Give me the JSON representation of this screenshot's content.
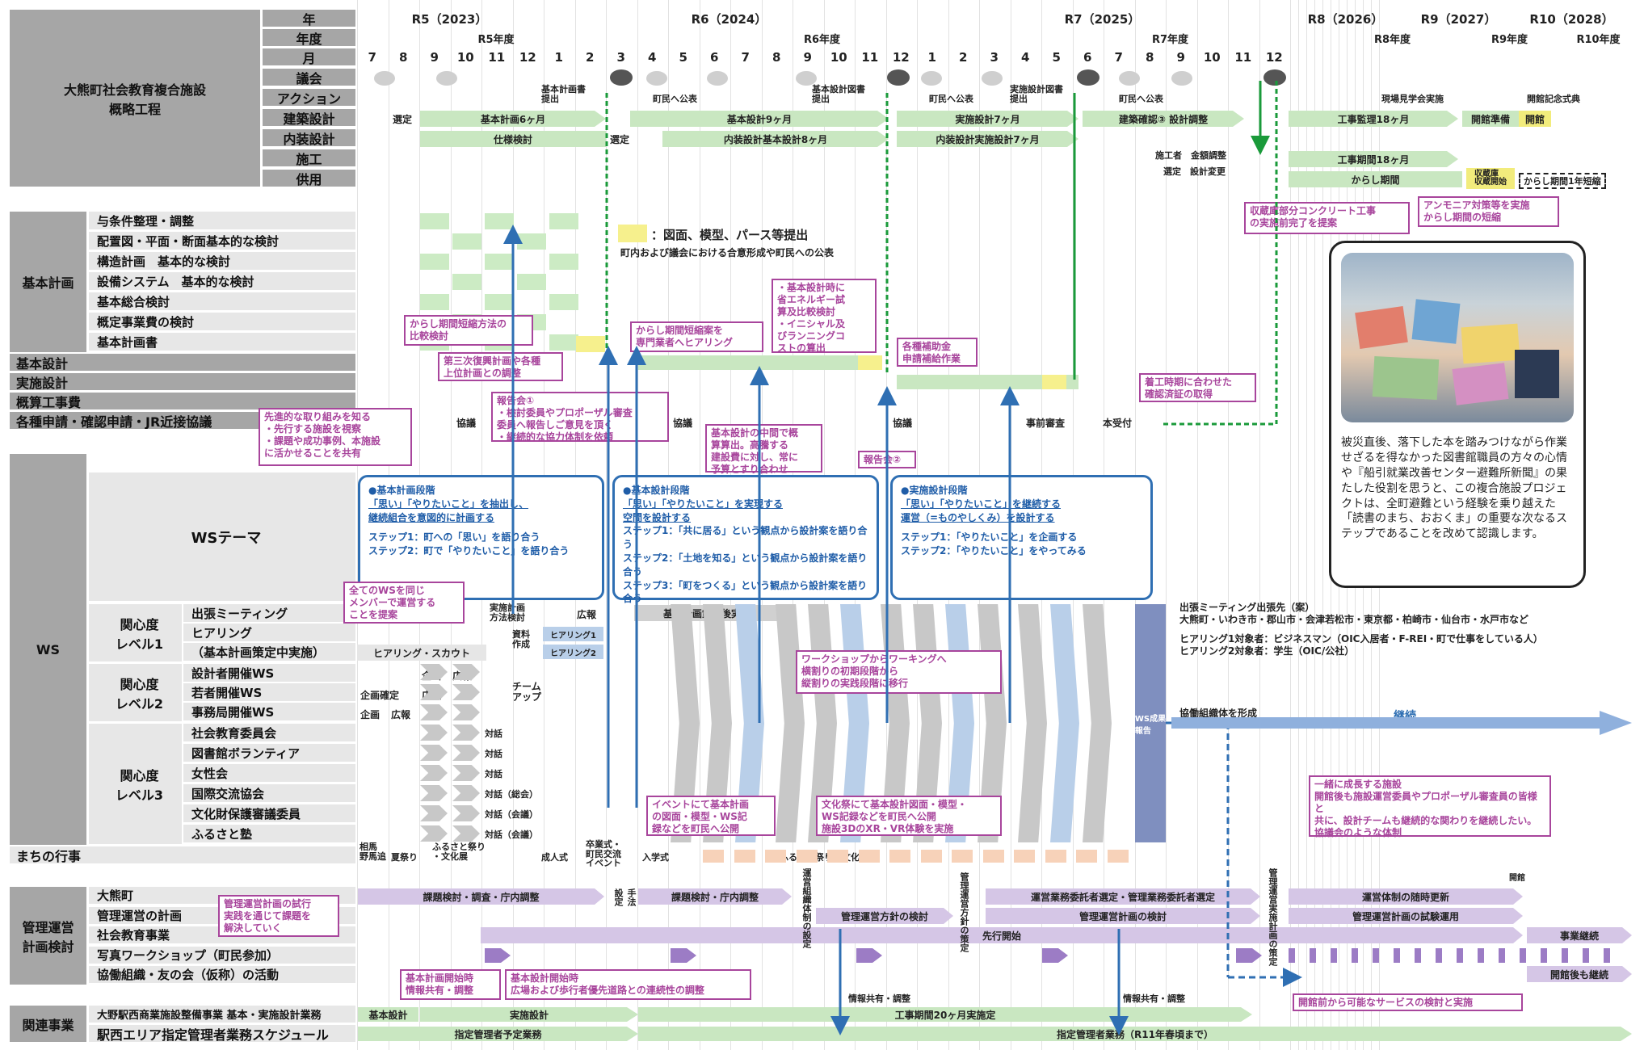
{
  "title": {
    "line1": "大熊町社会教育複合施設",
    "line2": "概略工程"
  },
  "header_labels": {
    "year": "年",
    "fiscal": "年度",
    "month": "月",
    "council": "議会",
    "action": "アクション",
    "arch": "建築設計",
    "interior": "内装設計",
    "construction": "施工",
    "service": "供用"
  },
  "years": [
    "R5（2023）",
    "R6（2024）",
    "R7（2025）",
    "R8（2026）",
    "R9（2027）",
    "R10（2028）"
  ],
  "fiscal_years": [
    "R5年度",
    "R6年度",
    "R7年度",
    "R8年度",
    "R9年度",
    "R10年度"
  ],
  "months": [
    "7",
    "8",
    "9",
    "10",
    "11",
    "12",
    "1",
    "2",
    "3",
    "4",
    "5",
    "6",
    "7",
    "8",
    "9",
    "10",
    "11",
    "12",
    "1",
    "2",
    "3",
    "4",
    "5",
    "6",
    "7",
    "8",
    "9",
    "10",
    "11",
    "12"
  ],
  "actions": {
    "a1": "基本計画書\n提出",
    "a2": "町民へ公表",
    "a3": "基本設計図書\n提出",
    "a4": "町民へ公表",
    "a5": "実施設計図書\n提出",
    "a6": "町民へ公表",
    "a7": "現場見学会実施",
    "a8": "開館記念式典"
  },
  "arch_bars": {
    "b0": "選定",
    "b1": "基本計画6ヶ月",
    "b2": "基本設計9ヶ月",
    "b3": "実施設計7ヶ月",
    "b4": "建築確認③ 設計調整",
    "b5": "工事監理18ヶ月",
    "b6": "開館準備",
    "b7": "開館"
  },
  "interior_bars": {
    "b1": "仕様検討",
    "b0": "選定",
    "b2": "内装設計基本設計8ヶ月",
    "b3": "内装設計実施設計7ヶ月"
  },
  "construction": {
    "c1": "施工者　金額調整",
    "c2": "選定　設計変更",
    "c3": "工事期間18ヶ月"
  },
  "service": {
    "s1": "からし期間",
    "s2": "収蔵庫\n収蔵開始",
    "s3": "からし期間1年短縮"
  },
  "callouts_top": {
    "k1": "収蔵庫部分コンクリート工事\nの実施前完了を提案",
    "k2": "アンモニア対策等を実施\nからし期間の短縮"
  },
  "legend": {
    "swatch": "：図面、模型、パース等提出",
    "note": "町内および議会における合意形成や町民への公表"
  },
  "basic_plan": {
    "group": "基本計画",
    "rows": [
      "与条件整理・調整",
      "配置図・平面・断面基本的な検討",
      "構造計画　基本的な検討",
      "設備システム　基本的な検討",
      "基本総合検討",
      "概定事業費の検討",
      "基本計画書"
    ]
  },
  "design_rows": {
    "basic": "基本設計",
    "detail": "実施設計",
    "estimate": "概算工事費",
    "permit": "各種申請・確認申請・JR近接協議"
  },
  "permit_texts": {
    "p1": "協議",
    "p2": "協議",
    "p3": "協議",
    "p4": "事前審査",
    "p5": "本受付"
  },
  "callouts_mid": {
    "m1": "からし期間短縮方法の\n比較検討",
    "m2": "からし期間短縮案を\n専門業者へヒアリング",
    "m3": "・基本設計時に\n省エネルギー試\n算及比較検討\n・イニシャル及\nびランニングコ\nストの算出",
    "m4": "各種補助金\n申請補給作業",
    "m5": "第三次復興計画や各種\n上位計画との調整",
    "m6": "着工時期に合わせた\n確認済証の取得",
    "m7": "先進的な取り組みを知る\n・先行する施設を視察\n・課題や成功事例、本施設\nに活かせることを共有",
    "m8": "報告会①\n・検討委員やプロポーザル審査\n委員へ報告しご意見を頂く\n・継続的な協力体制を依頼",
    "m9": "基本設計の中間で概\n算算出。高騰する\n建設費に対し、常に\n予算とすり合わせ",
    "m10": "報告会②"
  },
  "photo_caption": "被災直後、落下した本を踏みつけながら作業せざるを得なかった図書館職員の方々の心情や『船引就業改善センター避難所新聞』の果たした役割を思うと、この複合施設プロジェクトは、全町避難という経験を乗り越えた「読書のまち、おおくま」の重要な次なるステップであることを改めて認識します。",
  "ws": {
    "group": "WS",
    "theme": "WSテーマ",
    "panel1": {
      "title": "●基本計画段階",
      "l1": "「思い」「やりたいこと」を抽出し、",
      "l2": "継続組合を意図的に計画する",
      "s1": "ステップ1：町への「思い」を語り合う",
      "s2": "ステップ2：町で「やりたいこと」を語り合う"
    },
    "panel2": {
      "title": "●基本設計段階",
      "l1": "「思い」「やりたいこと」を実現する",
      "l2": "空間を設計する",
      "s1": "ステップ1：「共に居る」という観点から設計案を語り合う",
      "s2": "ステップ2：「土地を知る」という観点から設計案を語り合う",
      "s3": "ステップ3：「町をつくる」という観点から設計案を語り合う"
    },
    "panel3": {
      "title": "●実施設計段階",
      "l1": "「思い」「やりたいこと」を継続する",
      "l2": "運営（=ものやしくみ）を設計する",
      "s1": "ステップ1：「やりたいこと」を企画する",
      "s2": "ステップ2：「やりたいこと」をやってみる"
    },
    "level1": "関心度\nレベル1",
    "level2": "関心度\nレベル2",
    "level3": "関心度\nレベル3",
    "rows": [
      "出張ミーティング",
      "ヒアリング",
      "（基本計画策定中実施）",
      "設計者開催WS",
      "若者開催WS",
      "事務局開催WS",
      "社会教育委員会",
      "図書館ボランティア",
      "女性会",
      "国際交流協会",
      "文化財保護審議委員",
      "ふるさと塾"
    ],
    "cells": {
      "c1": "実施計画\n方法検討",
      "c2": "広報",
      "c3": "基本計画策定後実施",
      "c4": "ヒアリング・スカウト",
      "c5": "資料\n作成",
      "c6": "ヒアリング1",
      "c7": "ヒアリング2",
      "c8": "企画",
      "c9": "広報",
      "c10": "企画確定",
      "c11": "広報",
      "c12": "企画",
      "c13": "広報",
      "c14": "チーム\nアップ",
      "c15": "対話",
      "c16": "対話（総会）",
      "c17": "対話（会議）",
      "c18": "対話（会議）",
      "c19": "WS成果\n報告"
    },
    "right1": "出張ミーティング出張先（案）",
    "right2": "大熊町・いわき市・郡山市・会津若松市・東京都・柏崎市・仙台市・水戸市など",
    "right3": "ヒアリング1対象者：ビジネスマン（OIC入居者・F-REI・町で仕事をしている人）",
    "right4": "ヒアリング2対象者：学生（OIC/公社）",
    "collab": "協働組織体を形成",
    "continue": "継続",
    "callout_a": "全てのWSを同じ\nメンバーで運営する\nことを提案",
    "callout_b": "ワークショップからワーキングへ\n横割りの初期段階から\n縦割りの実践段階に移行",
    "callout_c": "イベントにて基本計画\nの図面・模型・WS記\n録などを町民へ公開",
    "callout_d": "文化祭にて基本設計図面・模型・\nWS記録などを町民へ公開\n施設3DのXR・VR体験を実施",
    "callout_e": "一緒に成長する施設\n開館後も施設運営委員やプロポーザル審査員の皆様と\n共に、設計チームも継続的な関わりを継続したい。\n協議会のような体制"
  },
  "town_events": {
    "label": "まちの行事",
    "e1": "相馬\n野馬追",
    "e2": "夏祭り",
    "e3": "ふるさと祭り\n・文化展",
    "e4": "成人式",
    "e5": "卒業式・\n町民交流\nイベント",
    "e6": "入学式",
    "e7": "ふるさと祭り・文化展"
  },
  "management": {
    "group": "管理運営\n計画検討",
    "rows": [
      "大熊町",
      "管理運営の計画",
      "社会教育事業",
      "写真ワークショップ（町民参加）",
      "協働組織・友の会（仮称）の活動"
    ],
    "bars": {
      "b1": "課題検討・調査・庁内調整",
      "b2": "課題検討・庁内調整",
      "b3": "運営業務委託者選定・管理業務委託者選定",
      "b4": "運営体制の随時更新",
      "b5": "管理運営方針の検討",
      "b6": "管理運営計画の検討",
      "b7": "管理運営計画の試験運用",
      "b8": "先行開始",
      "b9": "事業継続",
      "b10": "開館後も継続"
    },
    "vtexts": {
      "v1": "手法\n設定",
      "v2": "運営組織体制の設定",
      "v3": "管理運営方針の策定",
      "v4": "管理運営実施計画の策定",
      "v5": "開館"
    },
    "callout": "管理運営計画の試行\n実践を通じて課題を\n解決していく"
  },
  "related": {
    "group": "関連事業",
    "rows": [
      "大野駅西商業施設整備事業 基本・実施設計業務",
      "駅西エリア指定管理者業務スケジュール"
    ],
    "bars": {
      "b1": "基本設計",
      "b2": "実施設計",
      "b3": "工事期間20ヶ月実施定",
      "b4": "指定管理者予定業務",
      "b5": "指定管理者業務（R11年春頃まで）"
    },
    "shared1": "情報共有・調整",
    "shared2": "情報共有・調整",
    "callout1": "基本計画開始時\n情報共有・調整",
    "callout2": "基本設計開始時\n広場および歩行者優先道路との連続性の調整",
    "callout3": "開館前から可能なサービスの検討と実施"
  },
  "colors": {
    "green": "#c9e7c1",
    "purple": "#d5c6e6",
    "blue": "#2f6fb3",
    "magenta": "#a8459c",
    "grey": "#a6a6a6"
  }
}
